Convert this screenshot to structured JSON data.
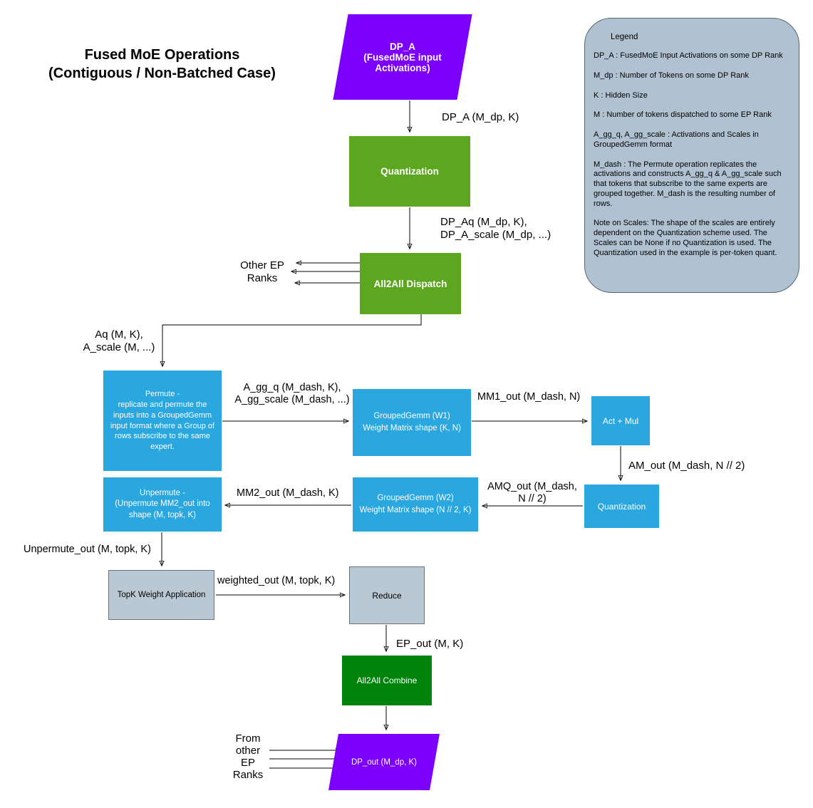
{
  "title": "Fused MoE Operations\n(Contiguous / Non-Batched Case)",
  "nodes": {
    "dp_a": "DP_A\n(FusedMoE input\nActivations)",
    "quantization1": "Quantization",
    "all2all_dispatch": "All2All Dispatch",
    "permute": "Permute -\nreplicate and permute the\ninputs into a GroupedGemm\ninput format where a Group of\nrows subscribe to the same\nexpert.",
    "groupedgemm_w1": "GroupedGemm (W1)\nWeight Matrix shape (K, N)",
    "act_mul": "Act + Mul",
    "quantization2": "Quantization",
    "groupedgemm_w2": "GroupedGemm (W2)\nWeight Matrix shape (N // 2, K)",
    "unpermute": "Unpermute -\n(Unpermute MM2_out  into\nshape (M, topk, K)",
    "topk_weight": "TopK Weight Application",
    "reduce": "Reduce",
    "all2all_combine": "All2All Combine",
    "dp_out": "DP_out (M_dp, K)"
  },
  "edge_labels": {
    "dp_a_out": "DP_A (M_dp, K)",
    "dp_aq": "DP_Aq (M_dp, K),\nDP_A_scale (M_dp, ...)",
    "other_ep_ranks": "Other EP\nRanks",
    "aq": "Aq (M, K),\nA_scale (M, ...)",
    "a_gg": "A_gg_q (M_dash, K),\nA_gg_scale (M_dash, ...)",
    "mm1_out": "MM1_out (M_dash, N)",
    "am_out": "AM_out (M_dash, N // 2)",
    "amq_out": "AMQ_out (M_dash,\nN // 2)",
    "mm2_out": "MM2_out (M_dash, K)",
    "unpermute_out": "Unpermute_out (M, topk, K)",
    "weighted_out": "weighted_out (M, topk, K)",
    "ep_out": "EP_out (M, K)",
    "from_other_ep": "From\nother\nEP\nRanks"
  },
  "legend": {
    "title": "Legend",
    "items": [
      "DP_A : FusedMoE Input Activations on some DP Rank",
      "M_dp : Number of Tokens on some DP Rank",
      "K : Hidden Size",
      "M : Number of tokens dispatched to some EP Rank",
      "A_gg_q, A_gg_scale : Activations and Scales in GroupedGemm format",
      "M_dash : The Permute operation replicates the activations and constructs A_gg_q & A_gg_scale such that tokens that subscribe to the same experts are grouped together. M_dash is the resulting number of rows.",
      "Note on Scales: The shape of the scales are entirely dependent on the Quantization scheme used. The Scales can be None if no Quantization is used. The Quantization used in the example is per-token quant."
    ]
  },
  "colors": {
    "purple": "#7c00fb",
    "green": "#5ca71f",
    "blue": "#2aa7de",
    "dark_green": "#00830a",
    "gray_box": "#bac8d3",
    "gray_box_border": "#66757f",
    "legend_bg": "#b0c2d1",
    "legend_border": "#54676f"
  }
}
